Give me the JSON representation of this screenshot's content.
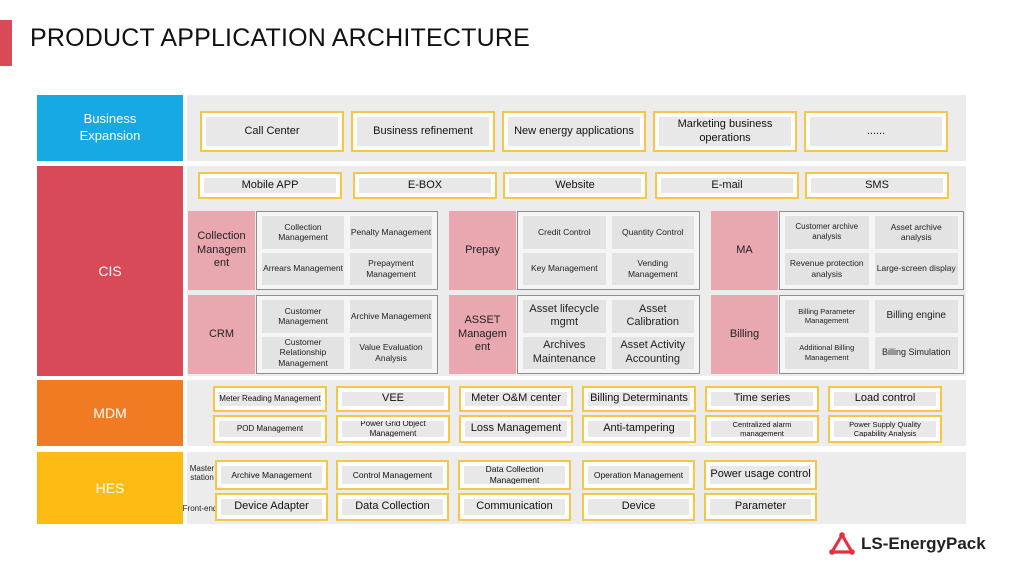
{
  "title": "PRODUCT APPLICATION ARCHITECTURE",
  "brand": {
    "name": "LS-EnergyPack",
    "logo_icon": "ls-logo-icon",
    "logo_color": "#e4303f"
  },
  "colors": {
    "business": "#16a9e4",
    "cis": "#d84a57",
    "mdm": "#f07b22",
    "hes": "#fdbb13",
    "border": "#f6c646",
    "pink": "#e9a8b0"
  },
  "business": {
    "label": "Business\nExpansion",
    "items": [
      "Call Center",
      "Business refinement",
      "New energy applications",
      "Marketing business operations",
      "......"
    ]
  },
  "cis": {
    "label": "CIS",
    "channels": [
      "Mobile APP",
      "E-BOX",
      "Website",
      "E-mail",
      "SMS"
    ],
    "modules": [
      {
        "name": "Collection Managem ent",
        "items": [
          "Collection Management",
          "Penalty Management",
          "Arrears Management",
          "Prepayment Management"
        ]
      },
      {
        "name": "Prepay",
        "items": [
          "Credit Control",
          "Quantity Control",
          "Key Management",
          "Vending Management"
        ]
      },
      {
        "name": "MA",
        "items": [
          "Customer archive analysis",
          "Asset archive analysis",
          "Revenue protection analysis",
          "Large-screen display"
        ]
      },
      {
        "name": "CRM",
        "items": [
          "Customer Management",
          "Archive Management",
          "Customer Relationship Management",
          "Value Evaluation Analysis"
        ]
      },
      {
        "name": "ASSET Managem ent",
        "items": [
          "Asset lifecycle mgmt",
          "Asset Calibration",
          "Archives Maintenance",
          "Asset Activity Accounting"
        ]
      },
      {
        "name": "Billing",
        "items": [
          "Billing Parameter Management",
          "Billing engine",
          "Additional Billing Management",
          "Billing Simulation"
        ]
      }
    ]
  },
  "mdm": {
    "label": "MDM",
    "top": [
      "Meter Reading Management",
      "VEE",
      "Meter O&M center",
      "Billing Determinants",
      "Time series",
      "Load control"
    ],
    "bottom": [
      "POD Management",
      "Power Grid Object Management",
      "Loss Management",
      "Anti-tampering",
      "Centralized alarm management",
      "Power Supply Quality Capability Analysis"
    ]
  },
  "hes": {
    "label": "HES",
    "master_label": "Master station",
    "frontend_label": "Front-end",
    "top": [
      "Archive Management",
      "Control Management",
      "Data Collection Management",
      "Operation Management",
      "Power usage control"
    ],
    "bottom": [
      "Device Adapter",
      "Data Collection",
      "Communication",
      "Device",
      "Parameter"
    ]
  }
}
